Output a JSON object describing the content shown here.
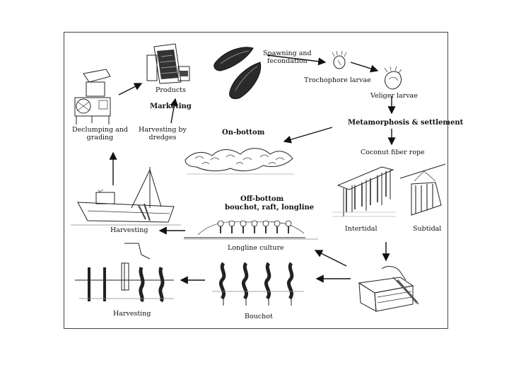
{
  "labels": {
    "spawning": "Spawning and\nfecondation",
    "trochophore": "Trochophore larvae",
    "veliger": "Veliger larvae",
    "metamorphosis": "Metamorphosis & settlement",
    "coconut": "Coconut fiber rope",
    "products": "Products",
    "marketing": "Marketing",
    "harvest_dredges": "Harvesting by\ndredges",
    "declumping": "Declumping and\ngrading",
    "on_bottom": "On-bottom",
    "off_bottom_title": "Off-bottom",
    "off_bottom_sub": "bouchot, raft, longline",
    "intertidal": "Intertidal",
    "subtidal": "Subtidal",
    "harvesting_boat": "Harvesting",
    "longline": "Longline culture",
    "bouchot": "Bouchot",
    "harvesting_bouchot": "Harvesting"
  }
}
